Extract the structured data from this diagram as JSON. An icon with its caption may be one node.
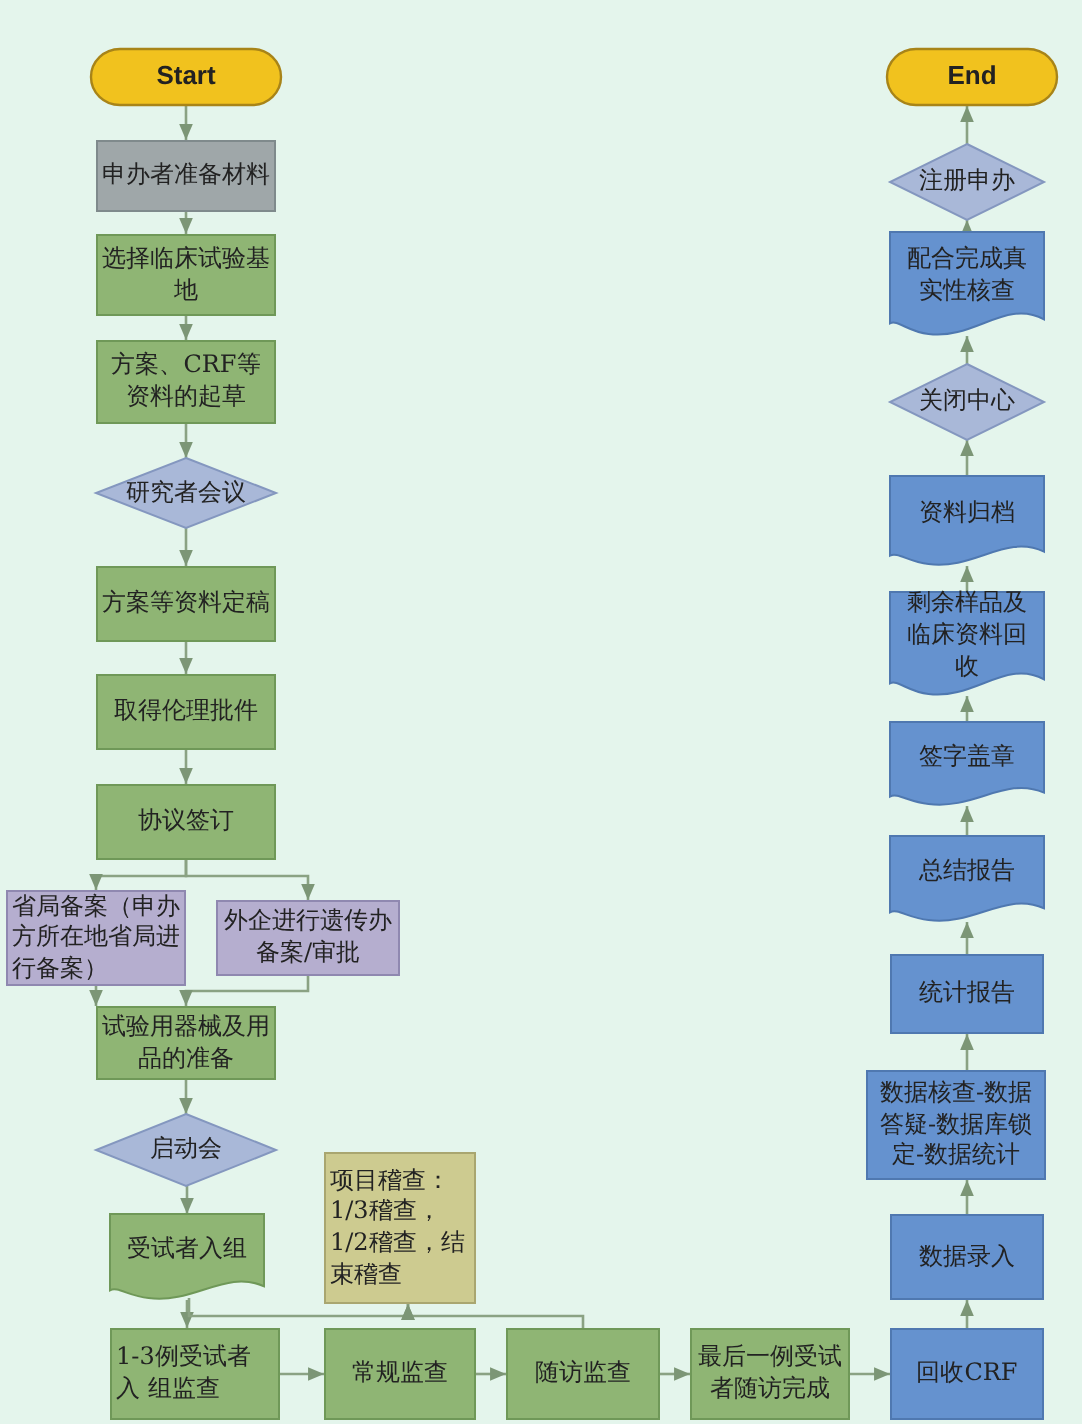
{
  "diagram": {
    "nodes": [
      {
        "text": [
          "Start"
        ]
      },
      {
        "text": [
          "申办者准备材料"
        ]
      },
      {
        "text": [
          "选择临床试验基地"
        ]
      },
      {
        "text": [
          "方案、CRF等资料的起草"
        ]
      },
      {
        "text": [
          "研究者会议"
        ]
      },
      {
        "text": [
          "方案等资料定稿"
        ]
      },
      {
        "text": [
          "取得伦理批件"
        ]
      },
      {
        "text": [
          "协议签订"
        ]
      },
      {
        "text": [
          "省局备案（申办方所在地省局进行备案）"
        ]
      },
      {
        "text": [
          "外企进行遗传办备案/审批"
        ]
      },
      {
        "text": [
          "试验用器械及用品的准备"
        ]
      },
      {
        "text": [
          "启动会"
        ]
      },
      {
        "text": [
          "受试者入组"
        ]
      },
      {
        "text": [
          "项目稽查：1/3稽查，1/2稽查，结束稽查"
        ]
      },
      {
        "text": [
          "1-3例受试者入 组监查"
        ]
      },
      {
        "text": [
          "常规监查"
        ]
      },
      {
        "text": [
          "随访监查"
        ]
      },
      {
        "text": [
          "最后一例受试者随访完成"
        ]
      },
      {
        "text": [
          "回收CRF"
        ]
      },
      {
        "text": [
          "数据录入"
        ]
      },
      {
        "text": [
          "数据核查-数据答疑-数据库锁定-数据统计"
        ]
      },
      {
        "text": [
          "统计报告"
        ]
      },
      {
        "text": [
          "总结报告"
        ]
      },
      {
        "text": [
          "签字盖章"
        ]
      },
      {
        "text": [
          "剩余样品及临床资料回收"
        ]
      },
      {
        "text": [
          "资料归档"
        ]
      },
      {
        "text": [
          "关闭中心"
        ]
      },
      {
        "text": [
          "配合完成真实性核查"
        ]
      },
      {
        "text": [
          "注册申办"
        ]
      },
      {
        "text": [
          "End"
        ]
      }
    ],
    "edges": [
      {
        "from": 0,
        "to": 1,
        "arrow": "to"
      },
      {
        "from": 1,
        "to": 2,
        "arrow": "to"
      },
      {
        "from": 2,
        "to": 3,
        "arrow": "to"
      },
      {
        "from": 3,
        "to": 4,
        "arrow": "to"
      },
      {
        "from": 4,
        "to": 5,
        "arrow": "to"
      },
      {
        "from": 5,
        "to": 6,
        "arrow": "to"
      },
      {
        "from": 6,
        "to": 7,
        "arrow": "to"
      },
      {
        "from": 7,
        "to": 8,
        "arrow": "to"
      },
      {
        "from": 7,
        "to": 9,
        "arrow": "to"
      },
      {
        "from": 8,
        "to": 10,
        "arrow": "to"
      },
      {
        "from": 9,
        "to": 10,
        "arrow": "to"
      },
      {
        "from": 10,
        "to": 11,
        "arrow": "to"
      },
      {
        "from": 11,
        "to": 12,
        "arrow": "to"
      },
      {
        "from": 12,
        "to": 14,
        "arrow": "to"
      },
      {
        "from": 12,
        "to": 13,
        "arrow": "to"
      },
      {
        "from": 16,
        "to": 13,
        "arrow": "to"
      },
      {
        "from": 14,
        "to": 15,
        "arrow": "to"
      },
      {
        "from": 15,
        "to": 16,
        "arrow": "to"
      },
      {
        "from": 16,
        "to": 17,
        "arrow": "to"
      },
      {
        "from": 17,
        "to": 18,
        "arrow": "to"
      },
      {
        "from": 18,
        "to": 19,
        "arrow": "to"
      },
      {
        "from": 19,
        "to": 20,
        "arrow": "to"
      },
      {
        "from": 20,
        "to": 21,
        "arrow": "to"
      },
      {
        "from": 21,
        "to": 22,
        "arrow": "to"
      },
      {
        "from": 22,
        "to": 23,
        "arrow": "to"
      },
      {
        "from": 23,
        "to": 24,
        "arrow": "to"
      },
      {
        "from": 24,
        "to": 25,
        "arrow": "to"
      },
      {
        "from": 25,
        "to": 26,
        "arrow": "to"
      },
      {
        "from": 26,
        "to": 27,
        "arrow": "to"
      },
      {
        "from": 27,
        "to": 28,
        "arrow": "to"
      },
      {
        "from": 28,
        "to": 29,
        "arrow": "to"
      }
    ]
  }
}
